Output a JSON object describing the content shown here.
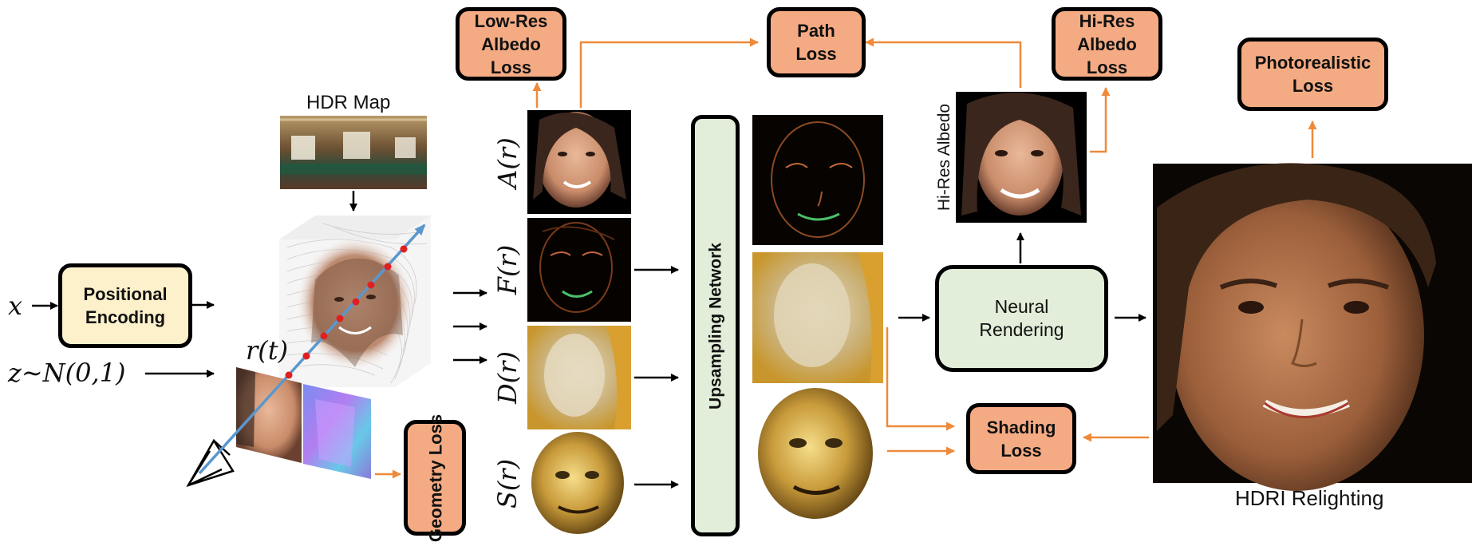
{
  "boxes": {
    "low_res_albedo_loss": "Low-Res\nAlbedo\nLoss",
    "path_loss": "Path\nLoss",
    "hi_res_albedo_loss": "Hi-Res\nAlbedo\nLoss",
    "photorealistic_loss": "Photorealistic\nLoss",
    "positional_encoding": "Positional\nEncoding",
    "geometry_loss": "Geometry\nLoss",
    "upsampling_network": "Upsampling Network",
    "neural_rendering": "Neural\nRendering",
    "shading_loss": "Shading\nLoss"
  },
  "labels": {
    "hdr_map": "HDR Map",
    "hi_res_albedo": "Hi-Res Albedo",
    "hdri_relighting": "HDRI Relighting"
  },
  "math": {
    "x_input": "x",
    "z_input": "z∼N(0,1)",
    "ray": "r(t)",
    "albedo": "A(r)",
    "features": "F(r)",
    "diffuse": "D(r)",
    "specular": "S(r)"
  },
  "colors": {
    "loss_fill": "#f4ab83",
    "encoding_fill": "#fdf1cc",
    "network_fill": "#e2eed9",
    "orange_arrow": "#ee8a3a",
    "ray_blue": "#5a97cf",
    "sample_red": "#e02020"
  }
}
